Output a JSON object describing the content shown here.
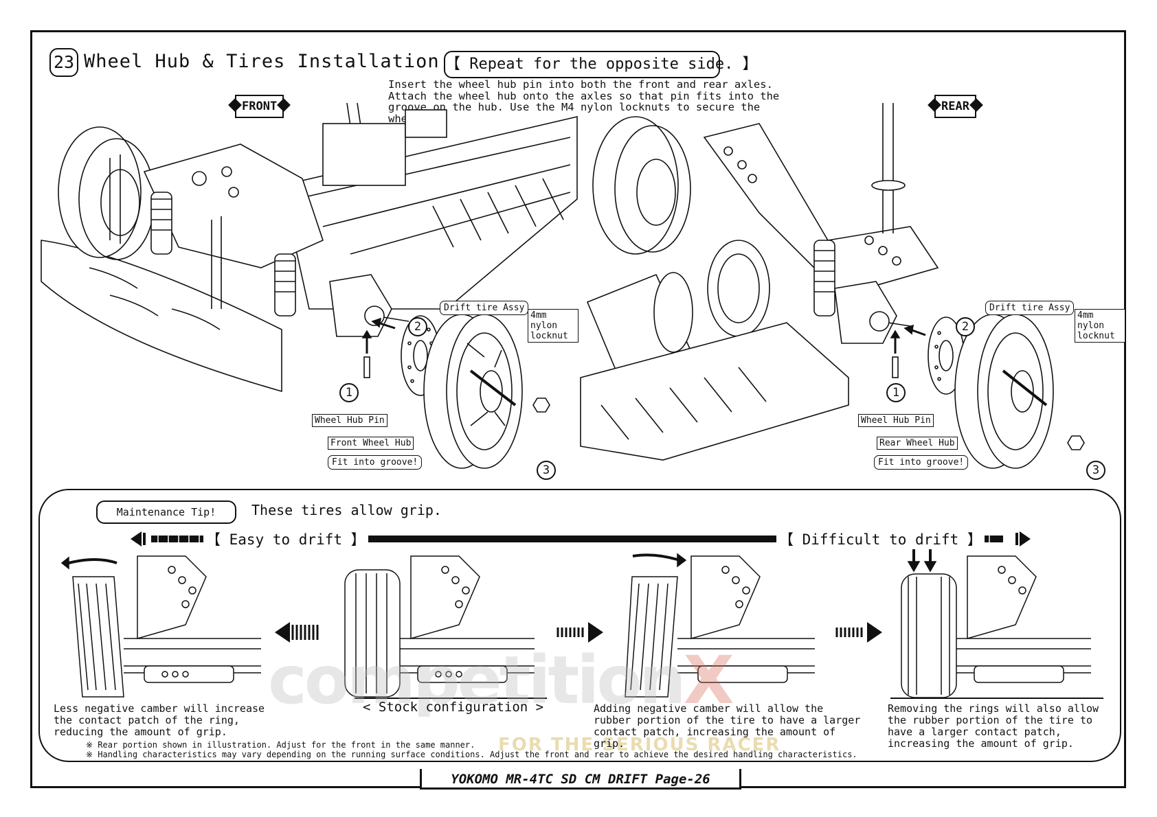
{
  "step": {
    "number": "23",
    "title": "Wheel Hub & Tires Installation"
  },
  "repeat_note": "【 Repeat for the opposite side. 】",
  "instructions": "Insert the wheel hub pin into both the front and rear axles. Attach the wheel hub onto the axles so that pin fits into the groove on the hub. Use the M4 nylon locknuts to secure the wheels.",
  "front": {
    "tag": "FRONT",
    "labels": {
      "tire": "Drift tire Assy",
      "locknut": "4mm nylon locknut",
      "pin": "Wheel Hub Pin",
      "hub": "Front Wheel Hub",
      "groove": "Fit into groove!"
    },
    "callouts": [
      "1",
      "2",
      "3"
    ]
  },
  "rear": {
    "tag": "REAR",
    "labels": {
      "tire": "Drift tire Assy",
      "locknut": "4mm nylon locknut",
      "pin": "Wheel Hub Pin",
      "hub": "Rear Wheel Hub",
      "groove": "Fit into groove!"
    },
    "callouts": [
      "1",
      "2",
      "3"
    ]
  },
  "maintenance": {
    "tip_label": "Maintenance Tip!",
    "grip_text": "These tires allow grip.",
    "easy": "【 Easy to drift 】",
    "difficult": "【 Difficult to drift 】",
    "stock": "< Stock configuration >",
    "captions": [
      "Less negative camber will increase the contact patch of the ring, reducing the amount of grip.",
      "Adding negative camber will allow the rubber portion of the tire to have a larger contact patch, increasing the amount of grip.",
      "Removing the rings will also allow the rubber portion of the tire to have a larger contact patch, increasing the amount of grip."
    ],
    "notes": [
      "※ Rear portion shown in illustration.  Adjust for the front in the same manner.",
      "※ Handling characteristics may vary depending on the running surface conditions. Adjust the front and rear to achieve the desired handling characteristics."
    ]
  },
  "footer": "YOKOMO MR-4TC SD CM DRIFT   Page-26",
  "watermark": {
    "main": "competition",
    "accent": "X",
    "sub": "FOR THE SERIOUS RACER"
  }
}
